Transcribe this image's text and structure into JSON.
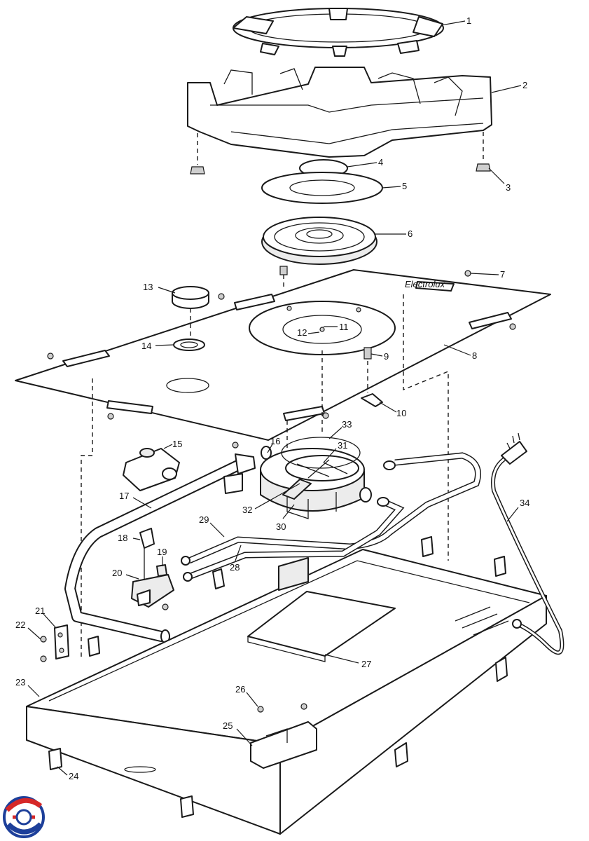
{
  "diagram": {
    "callouts": [
      "1",
      "2",
      "3",
      "4",
      "5",
      "6",
      "7",
      "8",
      "9",
      "10",
      "11",
      "12",
      "13",
      "14",
      "15",
      "16",
      "17",
      "18",
      "19",
      "20",
      "21",
      "22",
      "23",
      "24",
      "25",
      "26",
      "27",
      "28",
      "29",
      "30",
      "31",
      "32",
      "33",
      "34"
    ],
    "brand_text": "Electrolux",
    "logo": {
      "name": "circular-brand-logo",
      "colors": [
        "#d62828",
        "#1d3f9a",
        "#ffffff"
      ]
    }
  }
}
